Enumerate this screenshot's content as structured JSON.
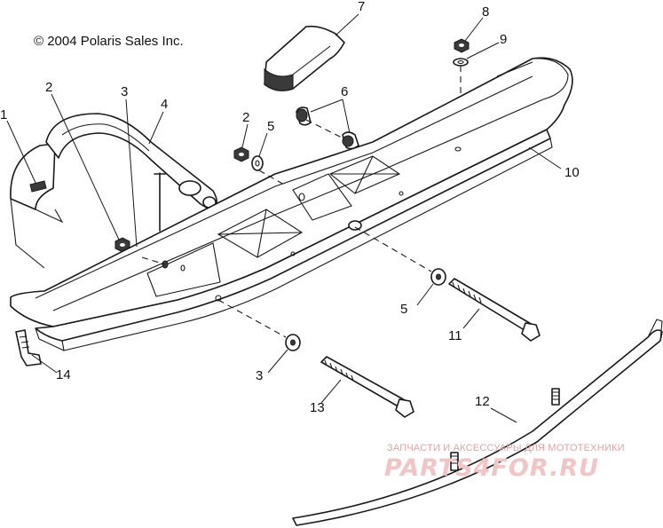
{
  "copyright": "© 2004 Polaris Sales Inc.",
  "callouts": {
    "c1": "1",
    "c2a": "2",
    "c3a": "3",
    "c4": "4",
    "c2b": "2",
    "c5a": "5",
    "c6": "6",
    "c7": "7",
    "c8": "8",
    "c9": "9",
    "c10": "10",
    "c5b": "5",
    "c11": "11",
    "c3b": "3",
    "c12": "12",
    "c13": "13",
    "c14": "14"
  },
  "watermark": {
    "caption": "ЗАПЧАСТИ И АКСЕССУАРЫ ДЛЯ МОТОТЕХНИКИ",
    "logo": "PARTS4FOR.RU"
  }
}
